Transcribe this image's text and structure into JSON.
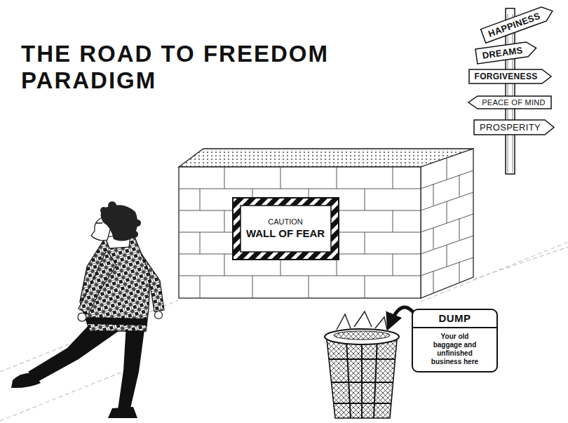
{
  "diagram": {
    "title": "THE ROAD TO FREEDOM PARADIGM",
    "nodes": [
      {
        "text": [
          "HAPPINESS"
        ]
      },
      {
        "text": [
          "DREAMS"
        ]
      },
      {
        "text": [
          "FORGIVENESS"
        ]
      },
      {
        "text": [
          "PEACE OF MIND"
        ]
      },
      {
        "text": [
          "PROSPERITY"
        ]
      },
      {
        "text": [
          "CAUTION",
          "WALL OF FEAR"
        ]
      },
      {
        "text": [
          "DUMP",
          "Your old baggage and unfinished business here"
        ]
      }
    ]
  }
}
